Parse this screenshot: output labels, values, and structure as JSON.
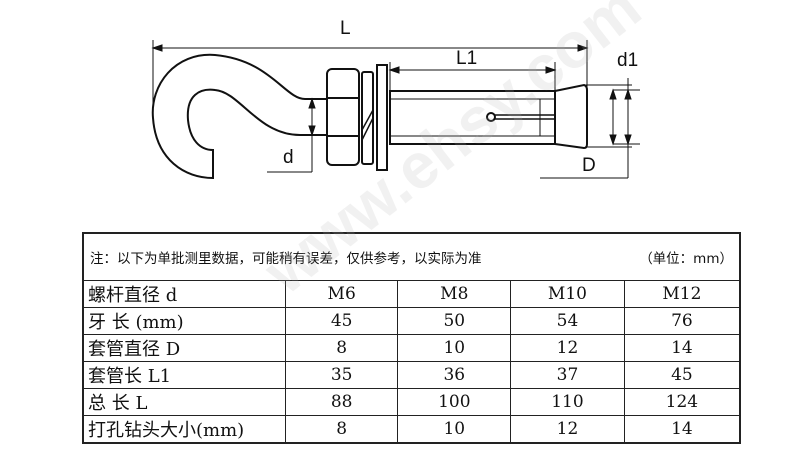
{
  "diagram": {
    "labels": {
      "L": "L",
      "L1": "L1",
      "d1": "d1",
      "d": "d",
      "D": "D"
    },
    "watermark": "www.ehsy.com"
  },
  "table": {
    "note": "注：以下为单批测里数据，可能稍有误差，仅供参考，以实际为准",
    "unit": "（单位：mm）",
    "rows": [
      {
        "label": "螺杆直径 d",
        "values": [
          "M6",
          "M8",
          "M10",
          "M12"
        ]
      },
      {
        "label": "牙 长 (mm)",
        "values": [
          "45",
          "50",
          "54",
          "76"
        ]
      },
      {
        "label": "套管直径 D",
        "values": [
          "8",
          "10",
          "12",
          "14"
        ]
      },
      {
        "label": "套管长 L1",
        "values": [
          "35",
          "36",
          "37",
          "45"
        ]
      },
      {
        "label": "总 长 L",
        "values": [
          "88",
          "100",
          "110",
          "124"
        ]
      },
      {
        "label": "打孔钻头大小(mm)",
        "values": [
          "8",
          "10",
          "12",
          "14"
        ]
      }
    ]
  }
}
